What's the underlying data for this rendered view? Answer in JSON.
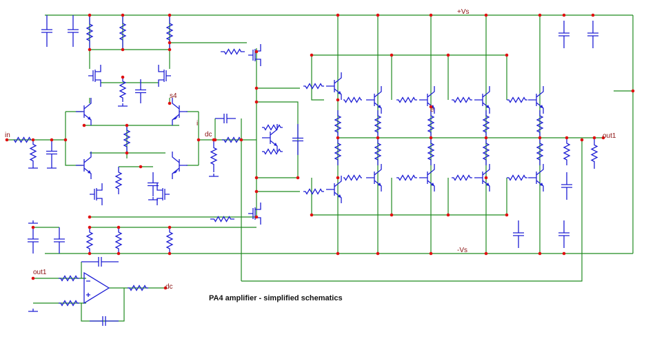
{
  "labels": {
    "vs_pos": "+Vs",
    "vs_neg": "-Vs",
    "in": "in",
    "dc_node": "dc",
    "s4": "s4",
    "i": "i",
    "e": "e",
    "out1_main": "out1",
    "out1_servo": "out1",
    "dc_servo": "dc"
  },
  "title": "PA4 amplifier - simplified schematics",
  "colors": {
    "wire": "#1f8a1f",
    "component": "#1d1dd4",
    "node": "#e01010",
    "label": "#8a1010"
  }
}
